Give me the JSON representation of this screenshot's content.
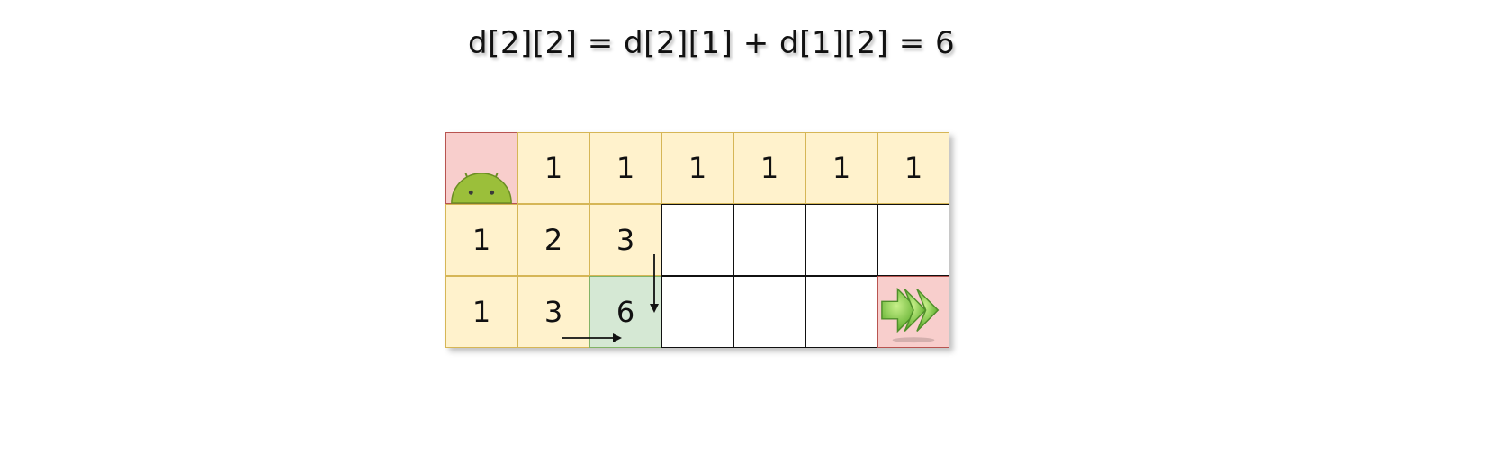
{
  "formula": {
    "text": "d[2][2] = d[2][1] + d[1][2] = 6"
  },
  "grid": {
    "rows": [
      [
        "",
        "1",
        "1",
        "1",
        "1",
        "1",
        "1"
      ],
      [
        "1",
        "2",
        "3",
        "",
        "",
        "",
        ""
      ],
      [
        "1",
        "3",
        "6",
        "",
        "",
        "",
        ""
      ]
    ],
    "start_icon": "android-robot-icon",
    "goal_icon": "double-arrow-right-icon"
  },
  "colors": {
    "filled_fill": "#fff2cc",
    "filled_border": "#d6b656",
    "endpoint_fill": "#f8cecc",
    "endpoint_border": "#b85450",
    "current_fill": "#d5e8d4",
    "current_border": "#82b366"
  }
}
